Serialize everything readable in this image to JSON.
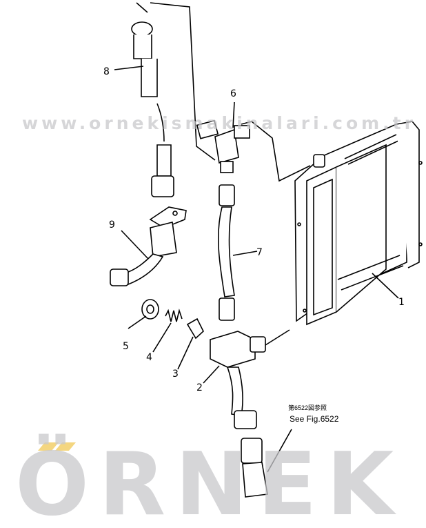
{
  "diagram": {
    "part_labels": [
      "1",
      "2",
      "3",
      "4",
      "5",
      "6",
      "7",
      "8",
      "9"
    ],
    "reference_note_jp": "第6522図参照",
    "reference_note_en": "See Fig.6522"
  },
  "watermark": {
    "brand": "ÖRNEK",
    "url": "www.ornekismakinalari.com.tr",
    "accent_color": "#f2cf6a",
    "text_color": "#c9c9cc"
  }
}
